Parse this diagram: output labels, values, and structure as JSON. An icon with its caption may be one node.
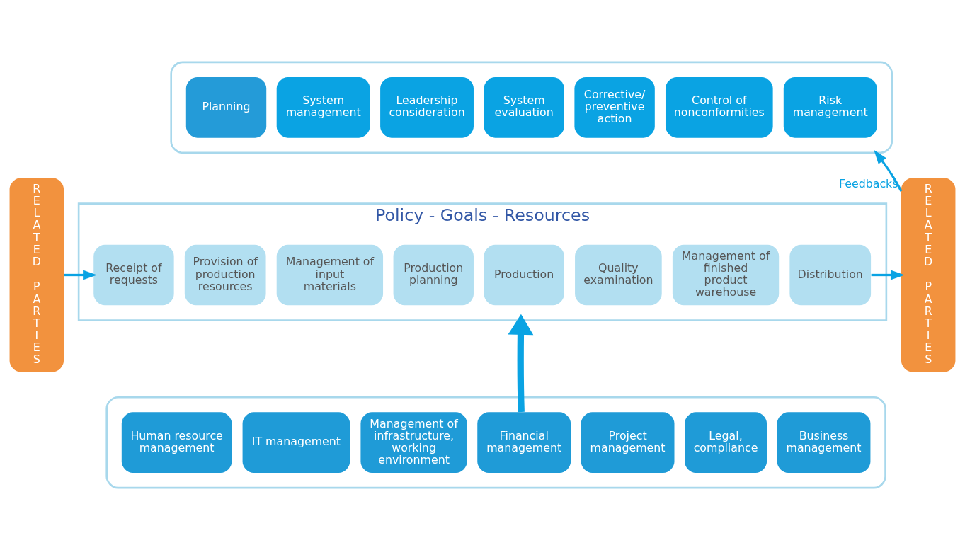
{
  "diagram": {
    "nodes": [
      {
        "text": [],
        "shape": "box"
      },
      {
        "text": [
          "Planning"
        ],
        "in": 0
      },
      {
        "text": [
          "System management"
        ],
        "in": 0
      },
      {
        "text": [
          "Leadership consideration"
        ],
        "in": 0
      },
      {
        "text": [
          "System evaluation"
        ],
        "in": 0
      },
      {
        "text": [
          "Corrective/ preventive action"
        ],
        "in": 0
      },
      {
        "text": [
          "Control of nonconformities"
        ],
        "in": 0
      },
      {
        "text": [
          "Risk management"
        ],
        "in": 0
      },
      {
        "text": [
          "Policy - Goals - Resources"
        ]
      },
      {
        "text": [
          "Receipt of requests"
        ],
        "in": 8
      },
      {
        "text": [
          "Provision of production resources"
        ],
        "in": 8
      },
      {
        "text": [
          "Management of input materials"
        ],
        "in": 8
      },
      {
        "text": [
          "Production planning"
        ],
        "in": 8
      },
      {
        "text": [
          "Production"
        ],
        "in": 8
      },
      {
        "text": [
          "Quality examination"
        ],
        "in": 8
      },
      {
        "text": [
          "Management of finished product warehouse"
        ],
        "in": 8
      },
      {
        "text": [
          "Distribution"
        ],
        "in": 8
      },
      {
        "text": [
          "RELATED PARTIES"
        ]
      },
      {
        "text": [
          "RELATED PARTIES"
        ]
      },
      {
        "text": [],
        "shape": "box"
      },
      {
        "text": [
          "Human resource management"
        ],
        "in": 19
      },
      {
        "text": [
          "IT management"
        ],
        "in": 19
      },
      {
        "text": [
          "Management of infrastructure, working environment"
        ],
        "in": 19
      },
      {
        "text": [
          "Financial management"
        ],
        "in": 19
      },
      {
        "text": [
          "Project management"
        ],
        "in": 19
      },
      {
        "text": [
          "Legal, compliance"
        ],
        "in": 19
      },
      {
        "text": [
          "Business management"
        ],
        "in": 19
      }
    ],
    "edges": [
      {
        "from": 17,
        "to": 9,
        "arrow": "to"
      },
      {
        "from": 16,
        "to": 18,
        "arrow": "to"
      },
      {
        "from": 18,
        "to": 0,
        "arrow": "to",
        "label": "Feedbacks"
      },
      {
        "from": 23,
        "to": 8,
        "arrow": "to",
        "style": "thick"
      }
    ]
  }
}
